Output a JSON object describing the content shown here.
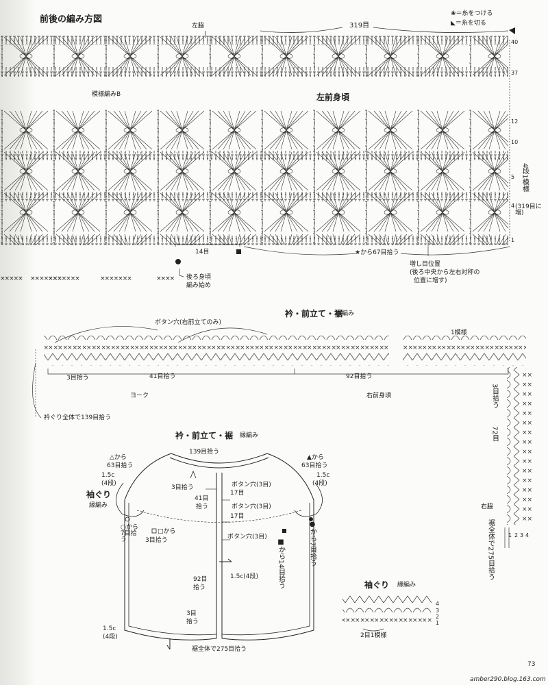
{
  "top_title": "前後の編み方図",
  "legend": {
    "attach": "＝糸をつける",
    "cut": "＝糸を切る"
  },
  "top": {
    "side_left": "左脇",
    "stitches": "319目",
    "pattern_b": "模様編みB",
    "left_front": "左前身頃",
    "right_rows": [
      "40",
      "37",
      "12",
      "10",
      "5",
      "4",
      "1"
    ],
    "pattern_note": "4段1模様",
    "increase": "(319目に増)",
    "stitches_14": "14目",
    "from_star": "★から67目拾う",
    "inc_pos_1": "増し目位置",
    "inc_pos_2": "(後ろ中央から左右対称の",
    "inc_pos_3": "位置に増す)",
    "back_start_1": "後ろ身頃",
    "back_start_2": "編み始め",
    "x_left": "×××××××",
    "x_mid1": "×××××××",
    "x_mid2": "×××××××",
    "x_mid3": "××××"
  },
  "middle": {
    "title": "衿・前立て・裾",
    "sub": "縁編み",
    "buttonhole": "ボタン穴(右前立てのみ)",
    "one_pattern": "1模様",
    "pick3": "3目拾う",
    "pick41": "41目拾う",
    "pick92": "92目拾う",
    "yoke": "ヨーク",
    "right_front": "右前身頃",
    "collar_all": "衿ぐり全体で139目拾う",
    "pick3_v": "3目拾う",
    "n72": "72目",
    "right_side": "右脇",
    "hem_all": "裾全体で275目拾う",
    "row_nums": [
      "1",
      "2",
      "3",
      "4"
    ]
  },
  "schematic": {
    "title": "衿・前立て・裾",
    "sub": "縁編み",
    "neck139": "139目拾う",
    "from_tri_open": "△から",
    "pick63_l": "63目拾う",
    "c15_l": "1.5c",
    "rows4_l": "(4段)",
    "from_tri_fill": "▲から",
    "pick63_r": "63目拾う",
    "c15_r": "1.5c",
    "rows4_r": "(4段)",
    "pick3": "3目拾う",
    "bh1": "ボタン穴(3目)",
    "n17a": "17目",
    "n41": "41目",
    "pick": "拾う",
    "bh2": "ボタン穴(3目)",
    "n17b": "17目",
    "bh3": "ボタン穴(3目)",
    "sleeve": "袖ぐり",
    "sleeve_sub": "縁編み",
    "from_circle_open": "○から7目拾う",
    "from_square_open": "□から",
    "pick3b": "3目拾う",
    "from_circle_fill": "●から7目拾う",
    "from_square_fill": "■から14目拾う",
    "n92": "92目",
    "pick92": "拾う",
    "c15_front": "1.5c(4段)",
    "n3": "3目",
    "pick3c": "拾う",
    "c15_hem": "1.5c",
    "rows4_hem": "(4段)",
    "hem275": "裾全体で275目拾う"
  },
  "sleeve_chart": {
    "title": "袖ぐり",
    "sub": "縁編み",
    "rows": [
      "4",
      "3",
      "2",
      "1"
    ],
    "repeat": "2目1模様"
  },
  "footer": {
    "page": "73",
    "watermark": "amber290.blog.163.com"
  },
  "colors": {
    "ink": "#222222",
    "paper": "#fbfbf9",
    "gutter": "#e3e4e0"
  }
}
